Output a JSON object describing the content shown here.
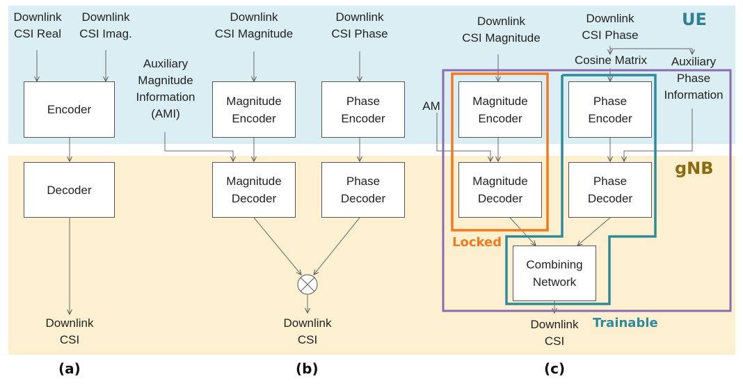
{
  "colors": {
    "ue_band": "#daeef4",
    "gnb_band": "#fcf0d0",
    "ue_text": "#2f8092",
    "gnb_text": "#8b6a10",
    "locked": "#f07a1e",
    "trainable": "#2f8a9a",
    "overall": "#8a6ab0"
  },
  "regions": {
    "ue": "UE",
    "gnb": "gNB"
  },
  "panel_a": {
    "input_real": "Downlink\nCSI Real",
    "input_imag": "Downlink\nCSI Imag.",
    "encoder": "Encoder",
    "decoder": "Decoder",
    "output": "Downlink\nCSI",
    "caption": "(a)"
  },
  "panel_b": {
    "input_magnitude": "Downlink\nCSI Magnitude",
    "input_phase": "Downlink\nCSI Phase",
    "aux": "Auxiliary\nMagnitude\nInformation\n(AMI)",
    "mag_encoder": "Magnitude\nEncoder",
    "phase_encoder": "Phase\nEncoder",
    "mag_decoder": "Magnitude\nDecoder",
    "phase_decoder": "Phase\nDecoder",
    "output": "Downlink\nCSI",
    "caption": "(b)"
  },
  "panel_c": {
    "input_magnitude": "Downlink\nCSI Magnitude",
    "input_phase": "Downlink\nCSI Phase",
    "cosine": "Cosine Matrix",
    "aux_phase": "Auxiliary\nPhase\nInformation",
    "am": "AM",
    "mag_encoder": "Magnitude\nEncoder",
    "phase_encoder": "Phase\nEncoder",
    "mag_decoder": "Magnitude\nDecoder",
    "phase_decoder": "Phase\nDecoder",
    "combining": "Combining\nNetwork",
    "output": "Downlink\nCSI",
    "locked": "Locked",
    "trainable": "Trainable",
    "caption": "(c)"
  }
}
